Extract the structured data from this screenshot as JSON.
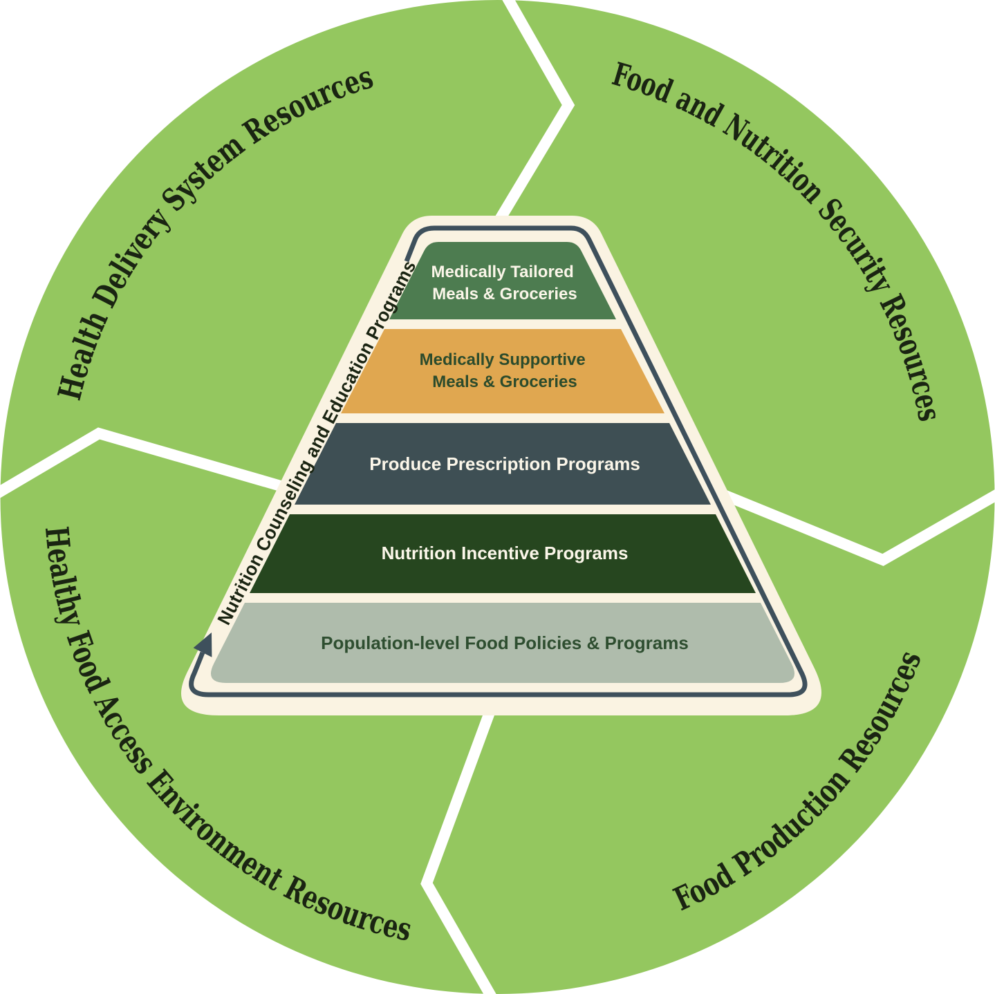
{
  "ring": {
    "color": "#94C75F",
    "divider_color": "#FFFFFF",
    "label_color": "#1A2412",
    "labels": [
      {
        "text": "Health Delivery System Resources",
        "position": "top-left"
      },
      {
        "text": "Food and Nutrition Security Resources",
        "position": "top-right"
      },
      {
        "text": "Food Production Resources",
        "position": "bottom-right"
      },
      {
        "text": "Healthy Food Access Environment Resources",
        "position": "bottom-left"
      }
    ]
  },
  "pyramid": {
    "border_color": "#FAF3E2",
    "arrow_color": "#3E505C",
    "side_label": {
      "text": "Nutrition Counseling and Education Programs",
      "color": "#1A2412"
    },
    "tiers": [
      {
        "label": "Medically Tailored Meals & Groceries",
        "lines": [
          "Medically Tailored",
          "Meals & Groceries"
        ],
        "fill": "#4D7C50",
        "text_color": "#FBF6E9"
      },
      {
        "label": "Medically Supportive Meals & Groceries",
        "lines": [
          "Medically Supportive",
          "Meals & Groceries"
        ],
        "fill": "#E0A750",
        "text_color": "#2B4B2C"
      },
      {
        "label": "Produce Prescription Programs",
        "lines": [
          "Produce Prescription Programs"
        ],
        "fill": "#3E4F54",
        "text_color": "#FBF6E9"
      },
      {
        "label": "Nutrition Incentive Programs",
        "lines": [
          "Nutrition Incentive Programs"
        ],
        "fill": "#26461F",
        "text_color": "#FBF6E9"
      },
      {
        "label": "Population-level Food Policies & Programs",
        "lines": [
          "Population-level Food Policies & Programs"
        ],
        "fill": "#AFBCAC",
        "text_color": "#2E4E30"
      }
    ]
  }
}
